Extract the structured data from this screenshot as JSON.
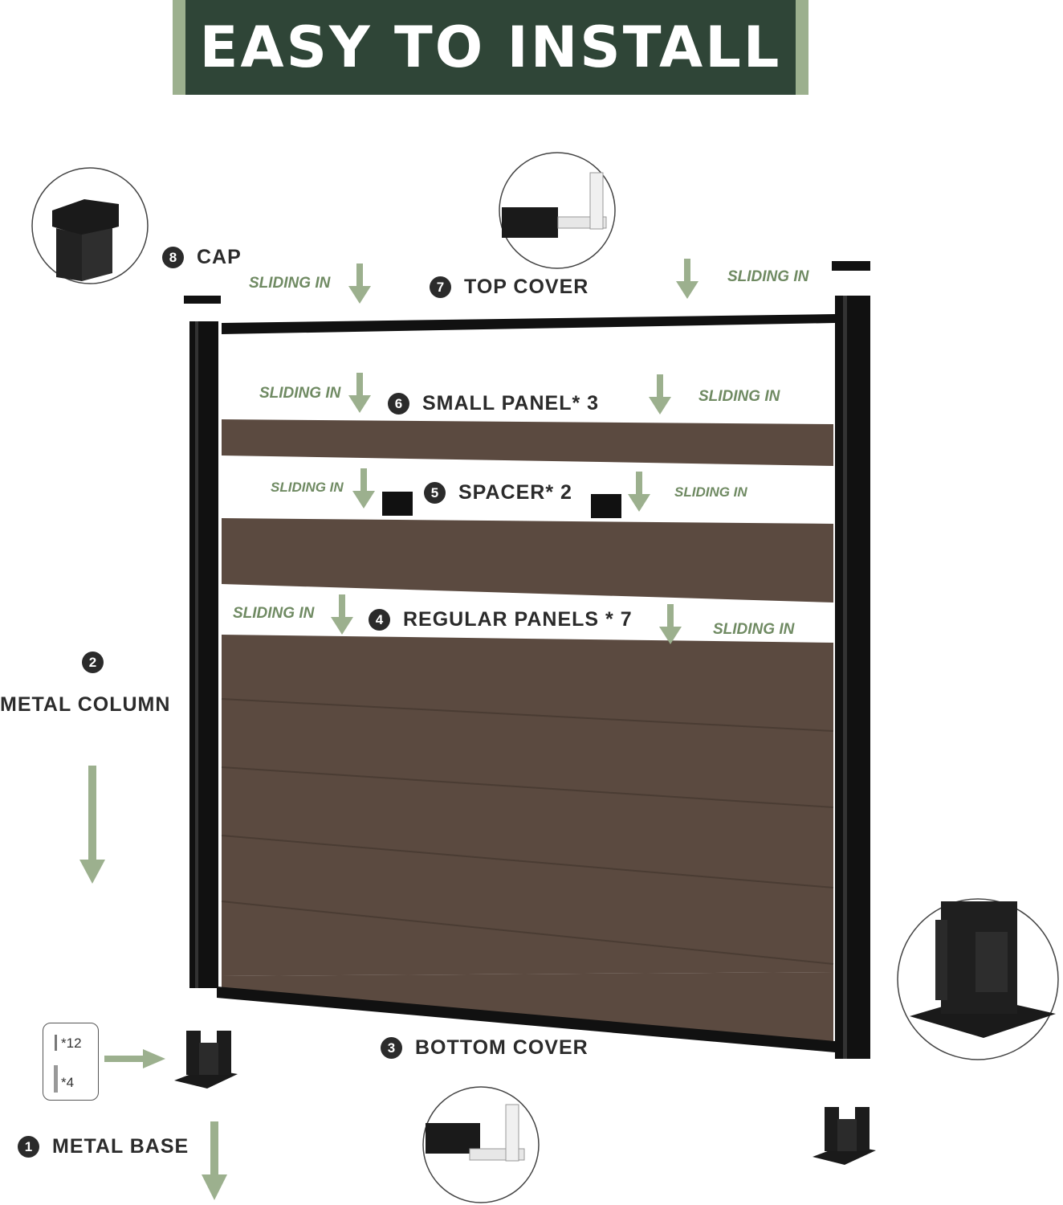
{
  "header": {
    "title": "EASY TO INSTALL"
  },
  "colors": {
    "banner_dark": "#2f4537",
    "banner_accent": "#9cb08e",
    "panel_wood": "#5b4a40",
    "frame": "#111111",
    "arrow_green": "#9cb08e",
    "slide_text": "#6f8a62"
  },
  "parts": [
    {
      "number": "1",
      "name": "METAL BASE"
    },
    {
      "number": "2",
      "name": "METAL COLUMN"
    },
    {
      "number": "3",
      "name": "BOTTOM COVER"
    },
    {
      "number": "4",
      "name": "REGULAR PANELS * 7"
    },
    {
      "number": "5",
      "name": "SPACER* 2"
    },
    {
      "number": "6",
      "name": "SMALL PANEL* 3"
    },
    {
      "number": "7",
      "name": "TOP COVER"
    },
    {
      "number": "8",
      "name": "CAP"
    }
  ],
  "sliding_label": "SLIDING IN",
  "hardware_kit": {
    "screws": "*12",
    "bolts": "*4"
  },
  "icons": [
    "cap-detail-icon",
    "top-cover-detail-icon",
    "base-detail-icon",
    "bottom-cover-detail-icon",
    "metal-base-icon",
    "down-arrow-icon"
  ]
}
